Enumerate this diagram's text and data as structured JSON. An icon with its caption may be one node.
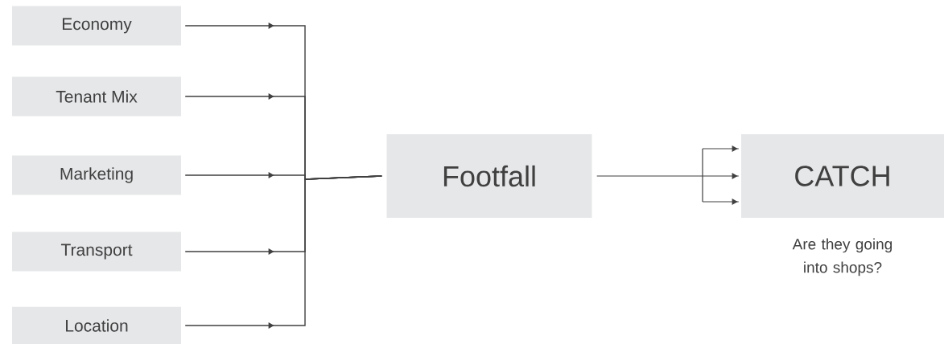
{
  "diagram": {
    "nodes": [
      {
        "text": [
          "Economy"
        ]
      },
      {
        "text": [
          "Tenant Mix"
        ]
      },
      {
        "text": [
          "Marketing"
        ]
      },
      {
        "text": [
          "Transport"
        ]
      },
      {
        "text": [
          "Location"
        ]
      },
      {
        "text": [
          "Footfall"
        ]
      },
      {
        "text": [
          "CATCH"
        ],
        "beside": [
          "Are they going into shops?"
        ]
      }
    ],
    "edges": [
      {
        "from": 0,
        "to": 5,
        "arrow": "to"
      },
      {
        "from": 1,
        "to": 5,
        "arrow": "to"
      },
      {
        "from": 2,
        "to": 5,
        "arrow": "to"
      },
      {
        "from": 3,
        "to": 5,
        "arrow": "to"
      },
      {
        "from": 4,
        "to": 5,
        "arrow": "to"
      },
      {
        "from": 5,
        "to": 6,
        "arrow": "to"
      }
    ]
  }
}
